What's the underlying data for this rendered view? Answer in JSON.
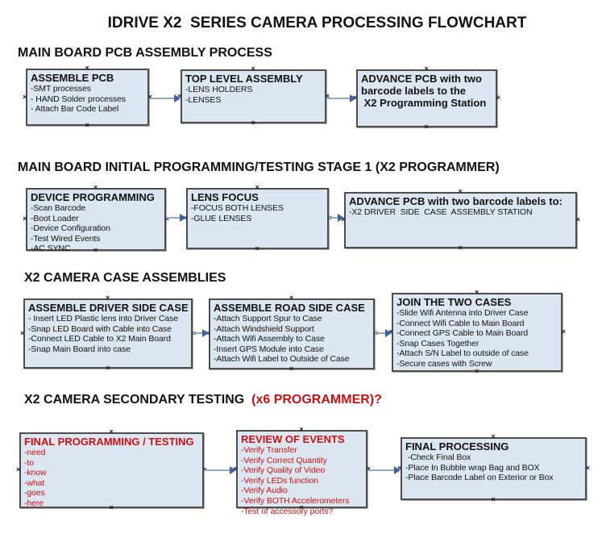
{
  "title": "IDRIVE X2  SERIES CAMERA PROCESSING FLOWCHART",
  "icons": {
    "selection_handle": "×",
    "arrow_head": "right-arrowhead"
  },
  "colors": {
    "box_fill": "#dce6f1",
    "box_border": "#4d4d4d",
    "arrow_shaft": "#8fa6c4",
    "arrow_head": "#3c5fa5",
    "red_text": "#cc1111",
    "heading_text": "#121212"
  },
  "sections": [
    {
      "heading": "MAIN BOARD PCB ASSEMBLY PROCESS",
      "boxes": [
        {
          "title": "ASSEMBLE PCB",
          "lines": [
            "-SMT processes",
            "- HAND Solder processes",
            "- Attach Bar Code Label"
          ]
        },
        {
          "title": "TOP LEVEL ASSEMBLY",
          "lines": [
            "-LENS HOLDERS",
            "-LENSES"
          ]
        },
        {
          "title": "ADVANCE PCB with two",
          "lines": [
            "barcode labels to the",
            " X2 Programming Station"
          ]
        }
      ]
    },
    {
      "heading": "MAIN BOARD INITIAL PROGRAMMING/TESTING STAGE 1 (X2 PROGRAMMER)",
      "boxes": [
        {
          "title": "DEVICE PROGRAMMING",
          "lines": [
            "-Scan Barcode",
            "-Boot Loader",
            "-Device Configuration",
            "-Test Wired Events",
            "-AC SYNC"
          ]
        },
        {
          "title": "LENS FOCUS",
          "lines": [
            "-FOCUS BOTH LENSES",
            "-GLUE LENSES"
          ]
        },
        {
          "title": "ADVANCE PCB with two barcode labels to:",
          "lines": [
            "-X2 DRIVER  SIDE  CASE  ASSEMBLY STATION"
          ]
        }
      ]
    },
    {
      "heading": "X2 CAMERA CASE ASSEMBLIES",
      "boxes": [
        {
          "title": "ASSEMBLE DRIVER SIDE CASE",
          "lines": [
            "- Insert LED Plastic lens into Driver Case",
            "-Snap LED Board with Cable into Case",
            "-Connect LED Cable to X2 Main Board",
            "-Snap Main Board into case"
          ]
        },
        {
          "title": "ASSEMBLE ROAD SIDE CASE",
          "lines": [
            "-Attach Support Spur to Case",
            "-Attach Windshield Support",
            "-Attach Wifi Assembly to Case",
            "-Insert GPS Module into Case",
            "-Attach Wifi Label to Outside of Case"
          ]
        },
        {
          "title": "JOIN THE TWO CASES",
          "lines": [
            "-Slide Wifi Antenna into Driver Case",
            "-Connect Wifi Cable to Main Board",
            "-Connect GPS Cable to Main Board",
            "-Snap Cases Together",
            "-Attach S/N Label to outside of case",
            "-Secure cases with Screw"
          ]
        }
      ]
    },
    {
      "heading": "X2 CAMERA SECONDARY TESTING ",
      "heading_red": " (x6 PROGRAMMER)?",
      "boxes": [
        {
          "title": "FINAL PROGRAMMING / TESTING",
          "lines": [
            "-need",
            "-to",
            "-know",
            "-what",
            "-goes",
            "-here"
          ]
        },
        {
          "title": "REVIEW OF EVENTS",
          "lines": [
            "-Verify Transfer",
            "-Verify Correct Quantity",
            "-Verify Quality of Video",
            "-Verify LEDs function",
            "-Verify Audio",
            "-Verify BOTH Accelerometers",
            "-Test of accessory ports?"
          ]
        },
        {
          "title": "FINAL PROCESSING",
          "lines": [
            " -Check Final Box",
            "-Place In Bubble wrap Bag and BOX",
            "-Place Barcode Label on Exterior or Box"
          ]
        }
      ]
    }
  ]
}
